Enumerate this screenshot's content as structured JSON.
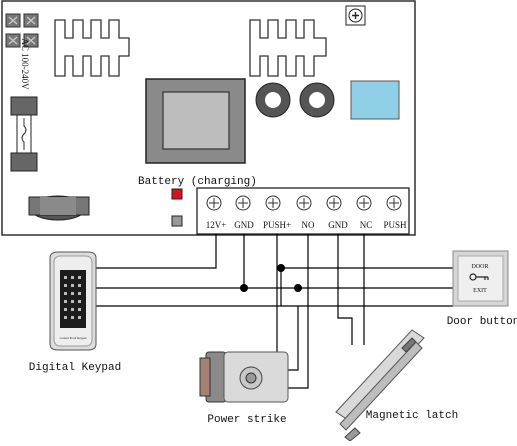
{
  "board": {
    "ac_label": "AC 100-240V",
    "battery_label": "Battery (charging)",
    "terminals": [
      "12V+",
      "GND",
      "PUSH+",
      "NO",
      "GND",
      "NC",
      "PUSH"
    ]
  },
  "devices": {
    "keypad": "Digital Keypad",
    "keypad_brand": "Contact Proof Keypad",
    "door_button": "Door button",
    "door_button_top": "DOOR",
    "door_button_bottom": "EXIT",
    "power_strike": "Power strike",
    "magnetic_latch": "Magnetic latch"
  },
  "colors": {
    "board_fill": "#ffffff",
    "transformer": "#8a8a8a",
    "blue_component": "#8ecfe6",
    "red_led": "#d4141a",
    "wire": "#000000"
  }
}
